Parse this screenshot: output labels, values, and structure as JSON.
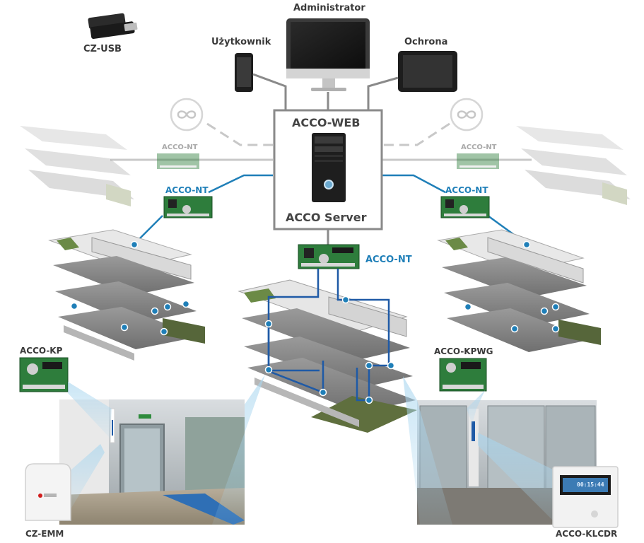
{
  "labels": {
    "administrator": "Administrator",
    "uzytkownik": "Użytkownik",
    "ochrona": "Ochrona",
    "cz_usb": "CZ-USB",
    "acco_web": "ACCO-WEB",
    "acco_server": "ACCO Server",
    "acco_nt_center": "ACCO-NT",
    "acco_nt_left": "ACCO-NT",
    "acco_nt_right": "ACCO-NT",
    "acco_nt_left_grey": "ACCO-NT",
    "acco_nt_right_grey": "ACCO-NT",
    "acco_kp": "ACCO-KP",
    "acco_kpwg": "ACCO-KPWG",
    "cz_emm": "CZ-EMM",
    "acco_klcdr": "ACCO-KLCDR",
    "lcd_display": "00:15:44"
  },
  "colors": {
    "network_blue": "#1f7fb8",
    "line_grey": "#8a8a8a",
    "faded_grey": "#cfcfcf",
    "board_green": "#2e7d3c",
    "text_dark": "#3a3a3a"
  },
  "icons": {
    "cloud_left": "infinity-cloud-icon",
    "cloud_right": "infinity-cloud-icon"
  }
}
